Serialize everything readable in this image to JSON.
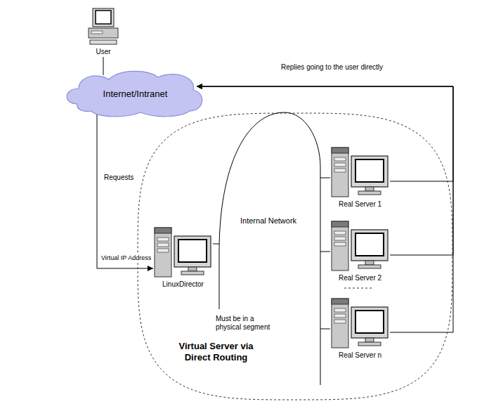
{
  "diagram": {
    "nodes": [
      {
        "text": [
          "User"
        ]
      },
      {
        "text": [
          "Internet/Intranet"
        ]
      },
      {
        "text": [
          "Virtual Server via Direct Routing"
        ]
      },
      {
        "text": [
          "LinuxDirector"
        ],
        "in": 2
      },
      {
        "text": [
          "Internal Network"
        ],
        "in": 2
      },
      {
        "text": [
          "Real Server 1"
        ],
        "in": 2
      },
      {
        "text": [
          "Real Server 2"
        ],
        "in": 2
      },
      {
        "text": [
          "Real Server n"
        ],
        "in": 2
      }
    ],
    "edges": [
      {
        "from": 0,
        "to": 1,
        "arrow": "none"
      },
      {
        "from": 1,
        "to": 3,
        "arrow": "to",
        "label": "Requests"
      },
      {
        "from": 3,
        "to": 4,
        "arrow": "none"
      },
      {
        "from": 4,
        "to": 5,
        "arrow": "none"
      },
      {
        "from": 4,
        "to": 6,
        "arrow": "none"
      },
      {
        "from": 4,
        "to": 7,
        "arrow": "none"
      },
      {
        "from": 5,
        "to": 1,
        "arrow": "to",
        "label": "Replies going to the user directly"
      },
      {
        "from": 6,
        "to": 1,
        "arrow": "to"
      },
      {
        "from": 7,
        "to": 1,
        "arrow": "to"
      }
    ],
    "labels": [
      "Virtual IP Address",
      "Must be in a physical segment"
    ]
  }
}
